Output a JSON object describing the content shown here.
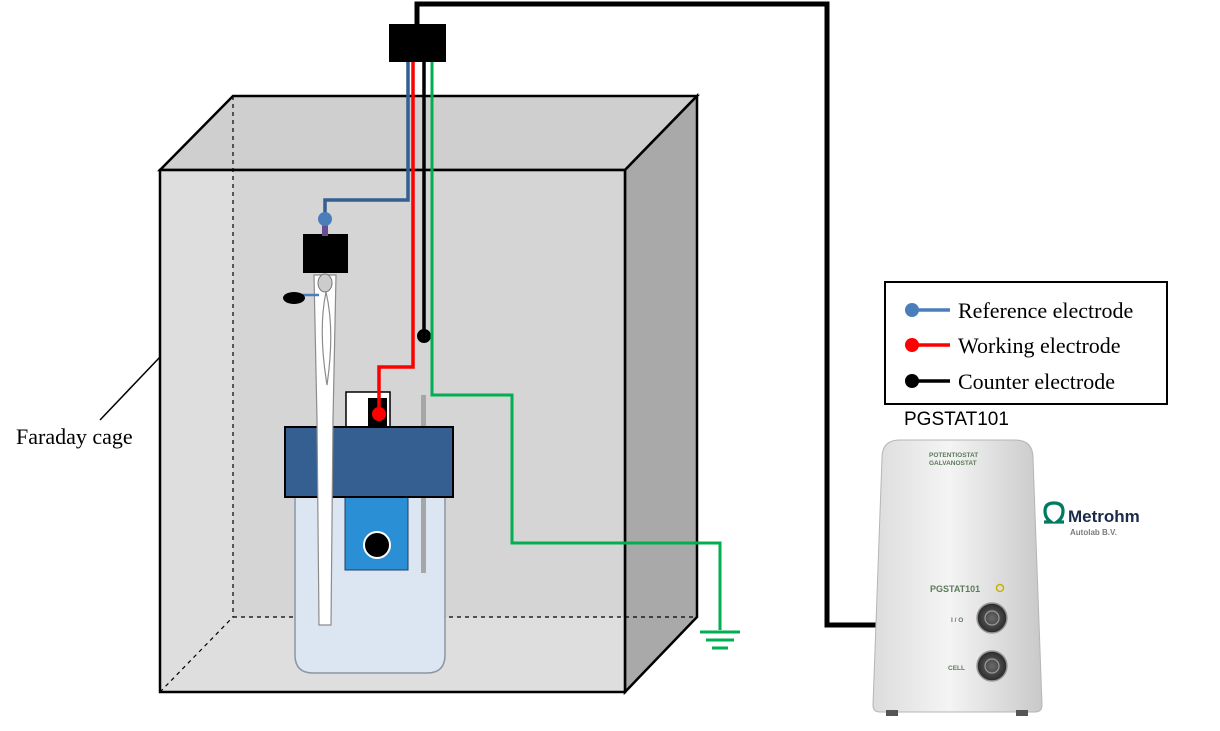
{
  "labels": {
    "faraday_cage": "Faraday cage",
    "instrument": "PGSTAT101"
  },
  "legend": {
    "items": [
      {
        "label": "Reference electrode",
        "color": "#4a7ebb"
      },
      {
        "label": "Working electrode",
        "color": "#ff0000"
      },
      {
        "label": "Counter electrode",
        "color": "#000000"
      }
    ]
  },
  "device": {
    "panel_line1": "POTENTIOSTAT",
    "panel_line2": "GALVANOSTAT",
    "model_label": "PGSTAT101",
    "port_io": "I / O",
    "port_cell": "CELL"
  },
  "brand": {
    "name": "Metrohm",
    "sub": "Autolab B.V."
  },
  "colors": {
    "ground_wire": "#00b050",
    "cage_front": "#d3d3d3",
    "cage_side": "#a9a9a9",
    "cell_lid": "#355f91",
    "stirrer": "#2b8fd6"
  }
}
